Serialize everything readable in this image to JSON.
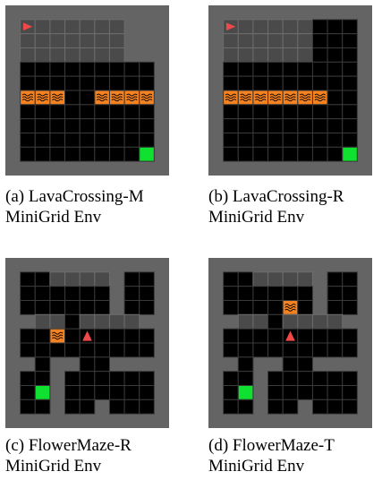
{
  "figures": [
    {
      "caption_line1": "(a) LavaCrossing-M",
      "caption_line2": "MiniGrid Env",
      "grid": [
        "WWWWWWWWWWW",
        "WFFFFFFFWWW",
        "WFFFFFFFWWW",
        "WFFFFFFFWWW",
        "WDDDDDDDDDW",
        "WDDDDDDDDDW",
        "WLLLDDLLLLW",
        "WDDDDDDDDDW",
        "WDDDDDDDDDW",
        "WDDDDDDDDDW",
        "WDDDDDDDDGW",
        "WWWWWWWWWWW"
      ],
      "agent": {
        "row": 1,
        "col": 1,
        "direction": "right"
      }
    },
    {
      "caption_line1": "(b) LavaCrossing-R",
      "caption_line2": "MiniGrid Env",
      "grid": [
        "WWWWWWWWWWW",
        "WFFFFFFDDDW",
        "WFFFFFFDDDW",
        "WFFFFFFDDDW",
        "WDDDDDDDDDW",
        "WDDDDDDDDDW",
        "WLLLLLLLDDW",
        "WDDDDDDDDDW",
        "WDDDDDDDDDW",
        "WDDDDDDDDDW",
        "WDDDDDDDDGW",
        "WWWWWWWWWWW"
      ],
      "agent": {
        "row": 1,
        "col": 1,
        "direction": "right"
      }
    },
    {
      "caption_line1": "(c)  FlowerMaze-R",
      "caption_line2": "MiniGrid Env",
      "grid": [
        "WWWWWWWWWWW",
        "WDDFFFFWDDW",
        "WDDDDDDWDDW",
        "WDDDDDDWDDW",
        "WWFFDFFFFWW",
        "WDDLDDDDDDW",
        "WDDDDDDDDDW",
        "WWDWWDDWWWW",
        "WDDWDDDDDDW",
        "WDGWDDDDDDW",
        "WDDWDDWDDDW",
        "WWWWWWWWWWW"
      ],
      "agent": {
        "row": 5,
        "col": 5,
        "direction": "up"
      }
    },
    {
      "caption_line1": "(d)  FlowerMaze-T",
      "caption_line2": "MiniGrid Env",
      "grid": [
        "WWWWWWWWWWW",
        "WDDFFFFWDDW",
        "WDDDDDDWDDW",
        "WDDDDLDWDDW",
        "WWFFDFFFFWW",
        "WDDDDDDDDDW",
        "WDDDDDDDDDW",
        "WWDWWDDWWWW",
        "WDDWDDDDDDW",
        "WDGWDDDDDDW",
        "WDDWDDWDDDW",
        "WWWWWWWWWWW"
      ],
      "agent": {
        "row": 5,
        "col": 5,
        "direction": "up"
      }
    }
  ],
  "colors": {
    "wall": "#646464",
    "floor_dark": "#000000",
    "floor_light": "#4a4a4a",
    "grid_line_dark": "#3a3a3a",
    "grid_line_light": "#6c6c6c",
    "lava": "#f58220",
    "lava_wave": "#000000",
    "goal": "#10e030",
    "agent": "#f04848"
  }
}
